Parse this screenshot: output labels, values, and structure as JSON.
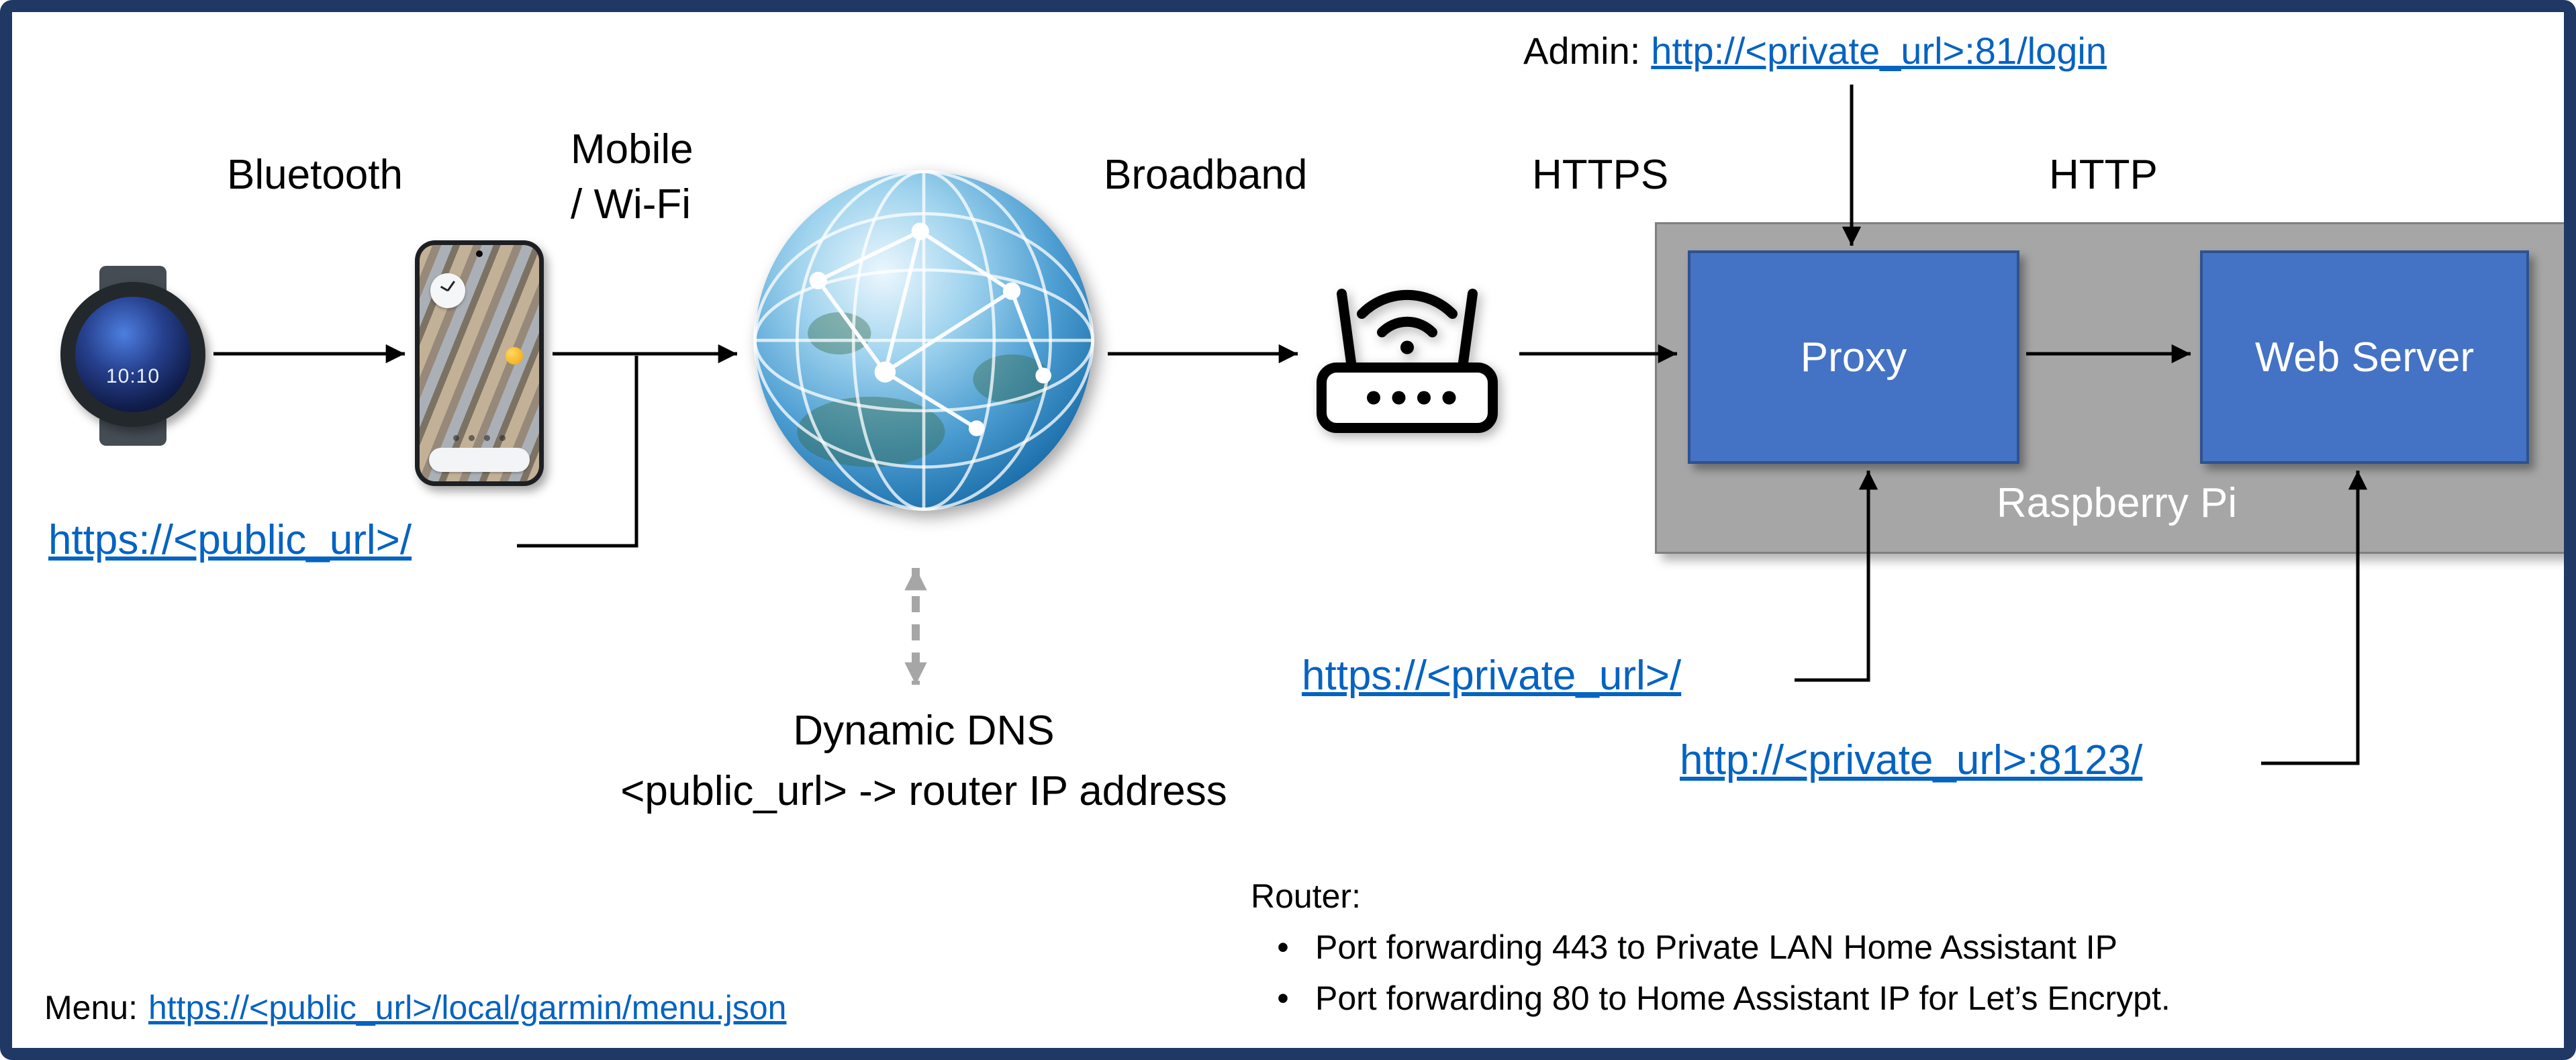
{
  "labels": {
    "bluetooth": "Bluetooth",
    "mobile_wifi_line1": "Mobile",
    "mobile_wifi_line2": "/ Wi-Fi",
    "broadband": "Broadband",
    "https": "HTTPS",
    "http": "HTTP",
    "proxy": "Proxy",
    "web_server": "Web Server",
    "raspberry_pi": "Raspberry Pi",
    "dynamic_dns": "Dynamic DNS",
    "dns_mapping": "<public_url> -> router IP address"
  },
  "links": {
    "admin_prefix": "Admin:",
    "admin_url": "http://<private_url>:81/login",
    "public_url": "https://<public_url>/",
    "private_https_url": "https://<private_url>/",
    "private_http_url": "http://<private_url>:8123/",
    "menu_prefix": "Menu:",
    "menu_url": "https://<public_url>/local/garmin/menu.json"
  },
  "router_notes": {
    "title": "Router:",
    "bullets": [
      "Port forwarding 443 to Private LAN Home Assistant IP",
      "Port forwarding 80 to Home Assistant IP for Let’s Encrypt."
    ]
  },
  "watch": {
    "time": "10:10"
  },
  "icons": {
    "smartwatch": "garmin-smartwatch-icon",
    "phone": "android-phone-icon",
    "internet": "internet-globe-icon",
    "router": "wifi-router-icon"
  },
  "colors": {
    "frame_border": "#1F3864",
    "box_fill": "#4472C4",
    "box_border": "#2F528F",
    "raspberry_pi_fill": "#A6A6A6",
    "raspberry_pi_border": "#7F7F7F",
    "hyperlink": "#0563C1",
    "arrow": "#000000",
    "dashed_arrow": "#A6A6A6"
  }
}
